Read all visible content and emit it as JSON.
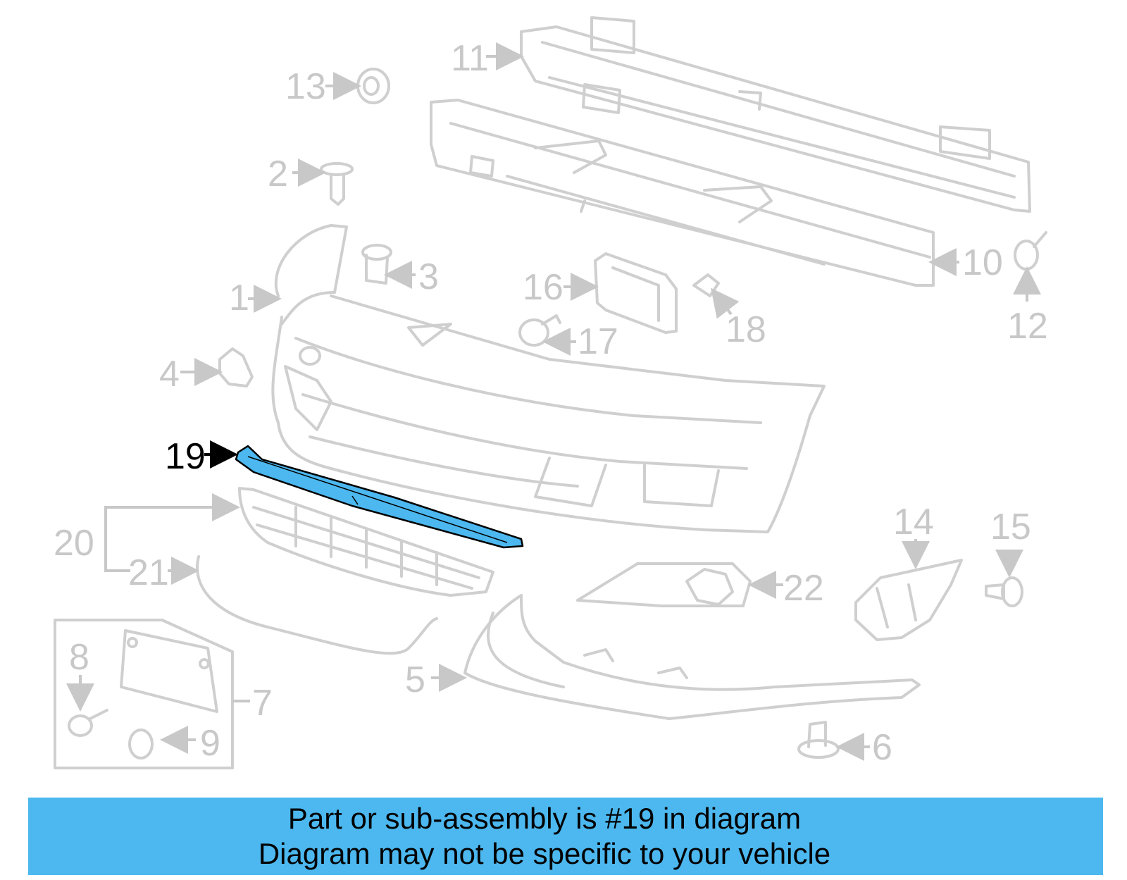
{
  "callouts": {
    "c1": "1",
    "c2": "2",
    "c3": "3",
    "c4": "4",
    "c5": "5",
    "c6": "6",
    "c7": "7",
    "c8": "8",
    "c9": "9",
    "c10": "10",
    "c11": "11",
    "c12": "12",
    "c13": "13",
    "c14": "14",
    "c15": "15",
    "c16": "16",
    "c17": "17",
    "c18": "18",
    "c19": "19",
    "c20": "20",
    "c21": "21",
    "c22": "22"
  },
  "highlighted_part": "19",
  "colors": {
    "highlight_fill": "#4cb8ef",
    "part_stroke": "#cfcfcf",
    "callout_text": "#c8c8c8",
    "highlight_callout": "#000000",
    "banner_bg": "#4cb8ef"
  },
  "banner": {
    "line1": "Part or sub-assembly is #19 in diagram",
    "line2": "Diagram may not be specific to your vehicle"
  }
}
